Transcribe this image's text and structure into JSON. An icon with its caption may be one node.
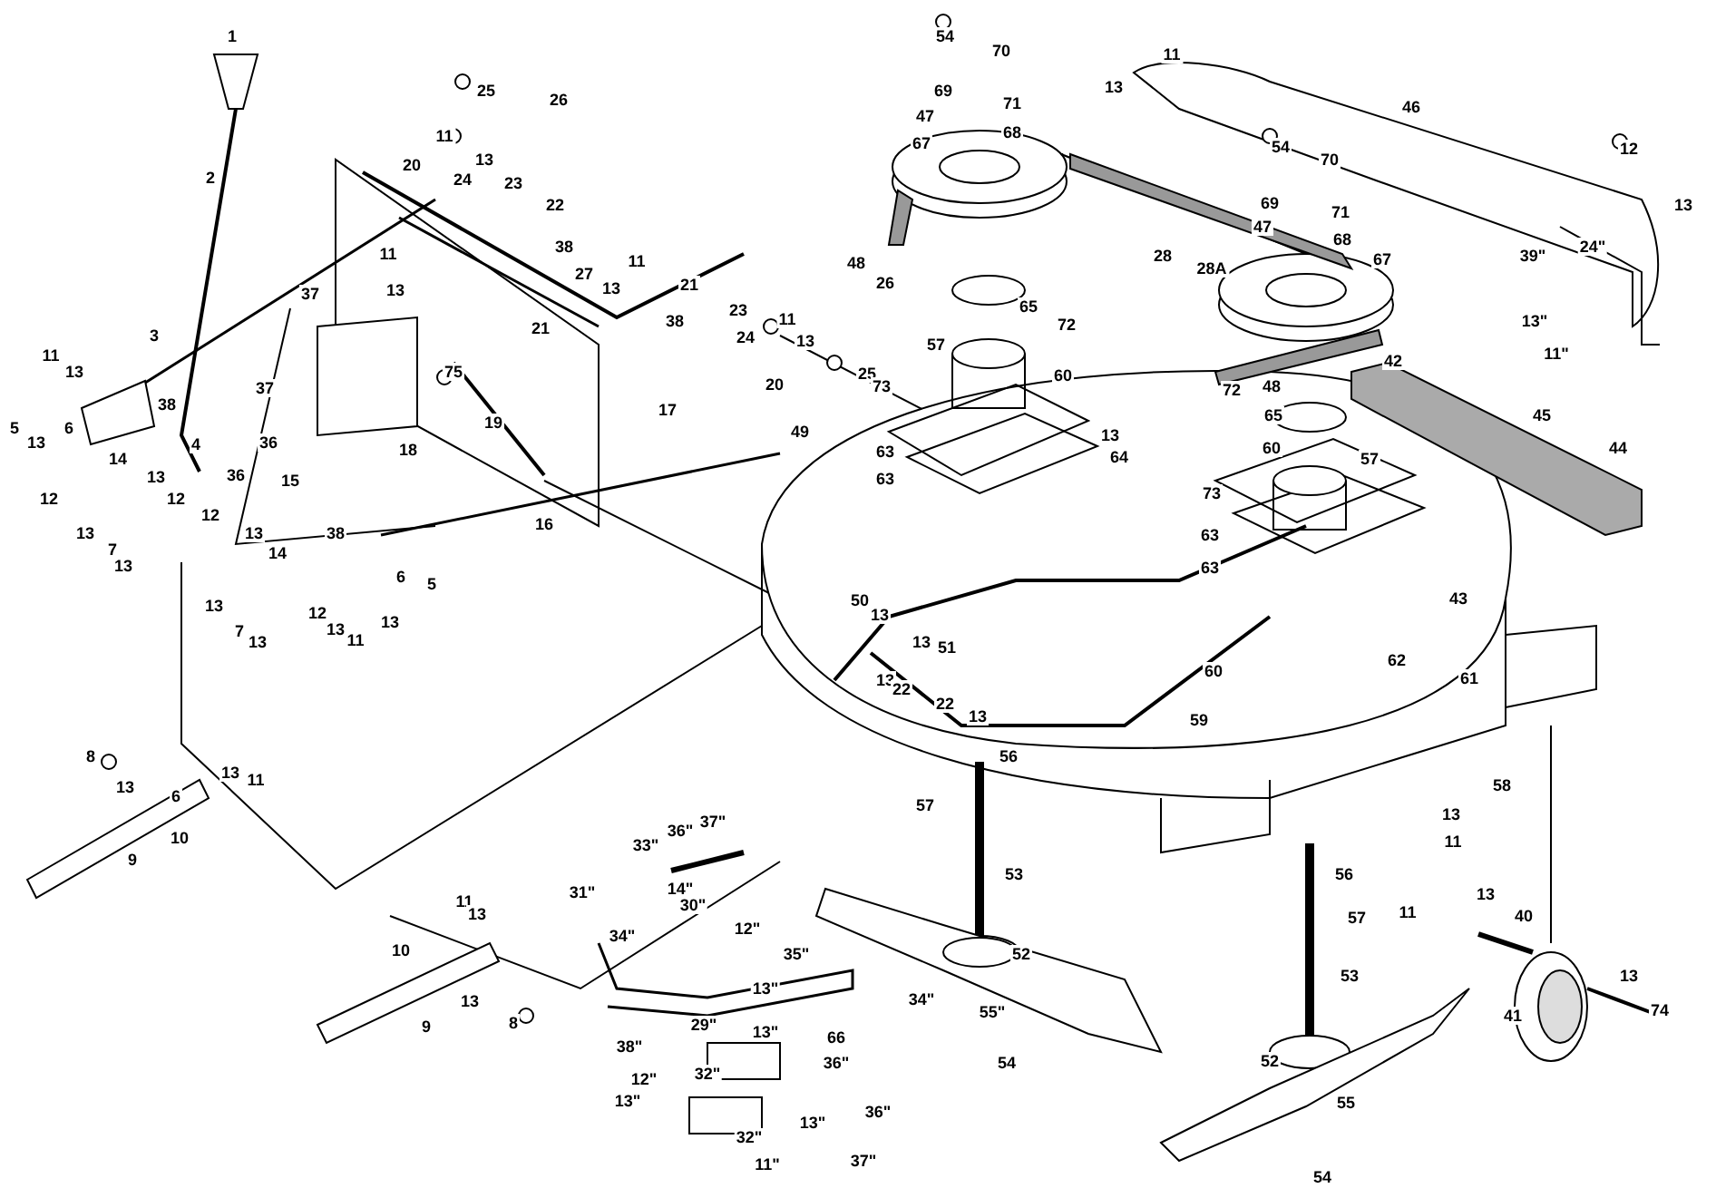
{
  "diagram": {
    "labels": [
      "1",
      "25",
      "26",
      "11",
      "13",
      "2",
      "20",
      "24",
      "23",
      "22",
      "38",
      "27",
      "11",
      "13",
      "37",
      "11",
      "13",
      "21",
      "38",
      "23",
      "21",
      "26",
      "11",
      "13",
      "24",
      "25",
      "20",
      "17",
      "3",
      "11",
      "13",
      "38",
      "37",
      "75",
      "19",
      "5",
      "13",
      "6",
      "36",
      "4",
      "36",
      "18",
      "15",
      "16",
      "14",
      "13",
      "12",
      "12",
      "13",
      "7",
      "13",
      "38",
      "12",
      "13",
      "14",
      "6",
      "5",
      "13",
      "7",
      "13",
      "12",
      "13",
      "11",
      "13",
      "8",
      "13",
      "6",
      "13",
      "11",
      "10",
      "9",
      "11",
      "13",
      "10",
      "9",
      "13",
      "8",
      "31\"",
      "33\"",
      "36\"",
      "37\"",
      "14\"",
      "30\"",
      "34\"",
      "12\"",
      "35\"",
      "13\"",
      "34\"",
      "29\"",
      "13\"",
      "66",
      "38\"",
      "32\"",
      "36\"",
      "12\"",
      "13\"",
      "32\"",
      "13\"",
      "36\"",
      "11\"",
      "37\"",
      "50",
      "13",
      "13",
      "51",
      "13",
      "22",
      "22",
      "13",
      "56",
      "57",
      "53",
      "52",
      "55\"",
      "54",
      "54",
      "70",
      "69",
      "71",
      "47",
      "68",
      "67",
      "48",
      "65",
      "72",
      "57",
      "60",
      "73",
      "49",
      "63",
      "63",
      "13",
      "64",
      "11",
      "13",
      "46",
      "54",
      "70",
      "69",
      "71",
      "47",
      "68",
      "28",
      "28A",
      "67",
      "12",
      "13",
      "39\"",
      "24\"",
      "13\"",
      "11\"",
      "42",
      "45",
      "44",
      "48",
      "72",
      "65",
      "60",
      "57",
      "73",
      "63",
      "63",
      "43",
      "60",
      "62",
      "61",
      "59",
      "58",
      "13",
      "11",
      "56",
      "57",
      "53",
      "13",
      "11",
      "40",
      "41",
      "13",
      "74",
      "52",
      "55",
      "54"
    ]
  }
}
